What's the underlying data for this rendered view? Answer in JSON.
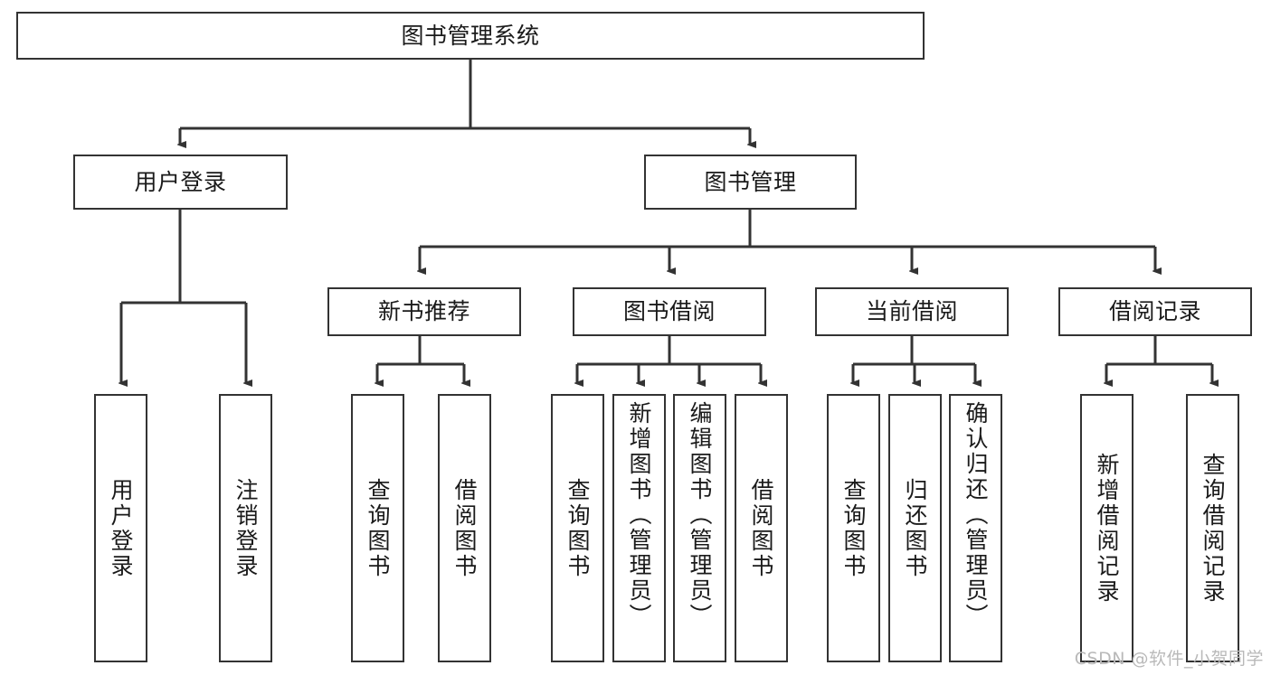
{
  "diagram": {
    "type": "tree",
    "title": "图书管理系统",
    "style": {
      "box_border_color": "#333333",
      "box_fill_color": "#ffffff",
      "line_color": "#333333",
      "text_color": "#1a1a1a",
      "background": "#ffffff"
    },
    "levels": {
      "root": {
        "label": "图书管理系统"
      },
      "level2": [
        {
          "id": "user-login",
          "label": "用户登录"
        },
        {
          "id": "book-management",
          "label": "图书管理"
        }
      ],
      "level3": [
        {
          "id": "new-book-recommend",
          "label": "新书推荐",
          "parent": "book-management"
        },
        {
          "id": "book-borrow",
          "label": "图书借阅",
          "parent": "book-management"
        },
        {
          "id": "current-borrow",
          "label": "当前借阅",
          "parent": "book-management"
        },
        {
          "id": "borrow-record",
          "label": "借阅记录",
          "parent": "book-management"
        }
      ],
      "leaves": [
        {
          "id": "leaf-user-login",
          "label": "用户登录",
          "parent": "user-login"
        },
        {
          "id": "leaf-logout-login",
          "label": "注销登录",
          "parent": "user-login"
        },
        {
          "id": "leaf-query-book-1",
          "label": "查询图书",
          "parent": "new-book-recommend"
        },
        {
          "id": "leaf-borrow-book-1",
          "label": "借阅图书",
          "parent": "new-book-recommend"
        },
        {
          "id": "leaf-query-book-2",
          "label": "查询图书",
          "parent": "book-borrow"
        },
        {
          "id": "leaf-add-book",
          "label": "新增图书（管理员）",
          "parent": "book-borrow"
        },
        {
          "id": "leaf-edit-book",
          "label": "编辑图书（管理员）",
          "parent": "book-borrow"
        },
        {
          "id": "leaf-borrow-book-2",
          "label": "借阅图书",
          "parent": "book-borrow"
        },
        {
          "id": "leaf-query-book-3",
          "label": "查询图书",
          "parent": "current-borrow"
        },
        {
          "id": "leaf-return-book",
          "label": "归还图书",
          "parent": "current-borrow"
        },
        {
          "id": "leaf-confirm-return",
          "label": "确认归还（管理员）",
          "parent": "current-borrow"
        },
        {
          "id": "leaf-add-record",
          "label": "新增借阅记录",
          "parent": "borrow-record"
        },
        {
          "id": "leaf-query-record",
          "label": "查询借阅记录",
          "parent": "borrow-record"
        }
      ]
    }
  },
  "watermark": {
    "text": "CSDN @软件_小贺同学"
  }
}
